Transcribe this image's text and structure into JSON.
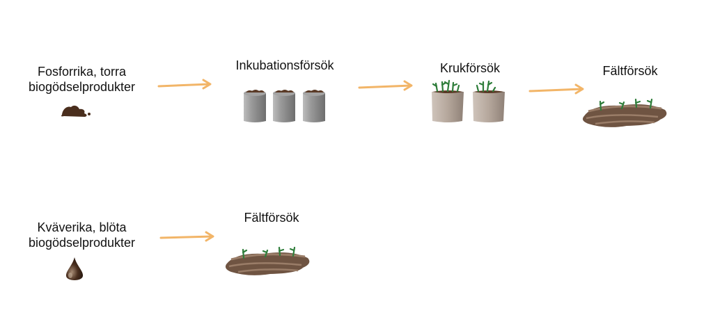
{
  "row_phosphorus": {
    "source_line1": "Fosforrika, torra",
    "source_line2": "biogödselprodukter",
    "stage_incubation": "Inkubationsförsök",
    "stage_pot": "Krukförsök",
    "stage_field": "Fältförsök"
  },
  "row_nitrogen": {
    "source_line1": "Kväverika, blöta",
    "source_line2": "biogödselprodukter",
    "stage_field": "Fältförsök"
  },
  "colors": {
    "arrow": "#f2b568",
    "soil_dark": "#5a3a26",
    "soil_field": "#6f5442",
    "soil_field_light": "#9a7d68",
    "sprout": "#2e7d3a",
    "cylinder_gray": "#8e8e8e",
    "pot": "#b7aaa0"
  },
  "icons": [
    "dry-biofertilizer-icon",
    "wet-biofertilizer-drop-icon",
    "incubation-cylinders-icon",
    "pot-experiment-icon",
    "field-plot-icon",
    "arrow-icon"
  ]
}
